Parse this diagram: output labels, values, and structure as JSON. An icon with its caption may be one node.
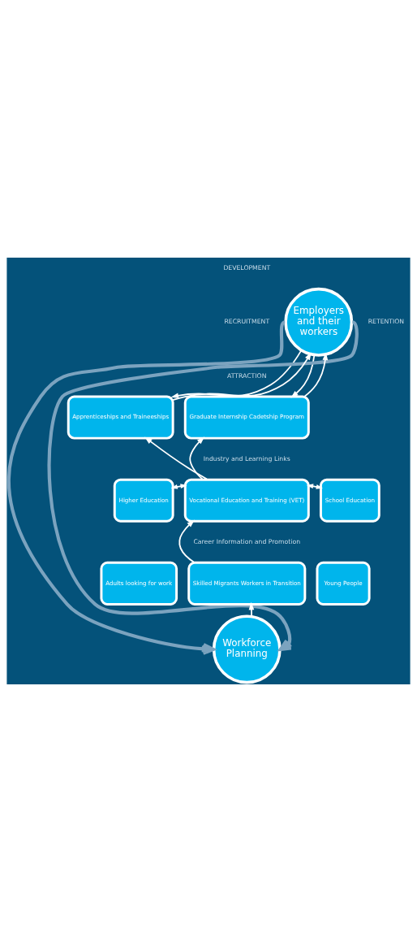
{
  "diagram": {
    "nodes": [
      {
        "text": [
          "Employers and their workers"
        ]
      },
      {
        "text": [
          "Apprenticeships and Traineeships"
        ]
      },
      {
        "text": [
          "Graduate Internship Cadetship Program"
        ]
      },
      {
        "text": [
          "Higher Education"
        ]
      },
      {
        "text": [
          "Vocational Education and Training (VET)"
        ]
      },
      {
        "text": [
          "School Education"
        ]
      },
      {
        "text": [
          "Adults looking for work"
        ]
      },
      {
        "text": [
          "Skilled Migrants Workers in Transition"
        ]
      },
      {
        "text": [
          "Young People"
        ]
      },
      {
        "text": [
          "Workforce Planning"
        ]
      }
    ],
    "edges": [
      {
        "from": 1,
        "to": 0,
        "arrow": "to"
      },
      {
        "from": 2,
        "to": 0,
        "arrow": "to"
      },
      {
        "from": 0,
        "to": 1,
        "arrow": "to"
      },
      {
        "from": 0,
        "to": 2,
        "arrow": "to"
      },
      {
        "from": 4,
        "to": 1,
        "arrow": "to"
      },
      {
        "from": 4,
        "to": 2,
        "arrow": "to"
      },
      {
        "from": 3,
        "to": 4,
        "arrow": "both"
      },
      {
        "from": 4,
        "to": 5,
        "arrow": "both"
      },
      {
        "from": 7,
        "to": 4,
        "arrow": "to"
      },
      {
        "from": 9,
        "to": 7,
        "arrow": "to"
      },
      {
        "from": 0,
        "to": 9,
        "arrow": "to",
        "style": "thick",
        "color": "#7ba3bf"
      },
      {
        "from": 0,
        "to": 9,
        "arrow": "to",
        "style": "thick",
        "color": "#7ba3bf"
      }
    ],
    "labels": [
      "DEVELOPMENT",
      "RECRUITMENT",
      "RETENTION",
      "ATTRACTION",
      "Industry and Learning Links",
      "Career Information and Promotion"
    ]
  }
}
